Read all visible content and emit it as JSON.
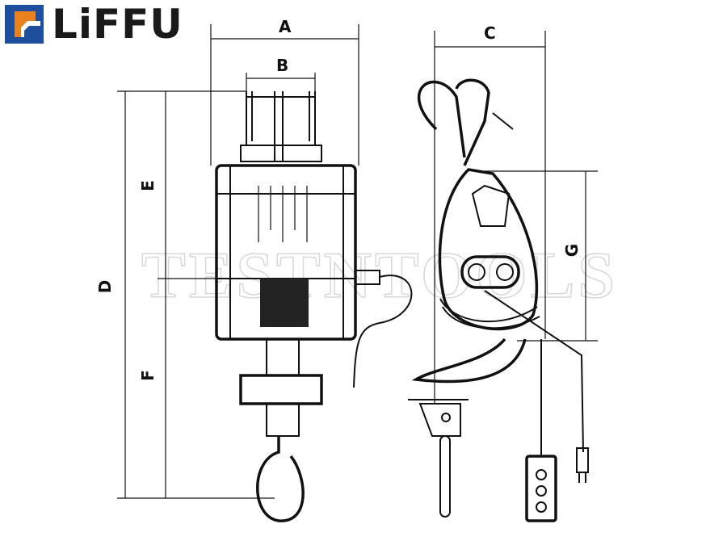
{
  "logo": {
    "text": "LiFFU",
    "colors": {
      "blue": "#1f4e9c",
      "orange": "#e8821e",
      "dark": "#1a1a1a"
    }
  },
  "watermark": "TESTNTOOLS",
  "dimensions": {
    "A": "A",
    "B": "B",
    "C": "C",
    "D": "D",
    "E": "E",
    "F": "F",
    "G": "G"
  }
}
